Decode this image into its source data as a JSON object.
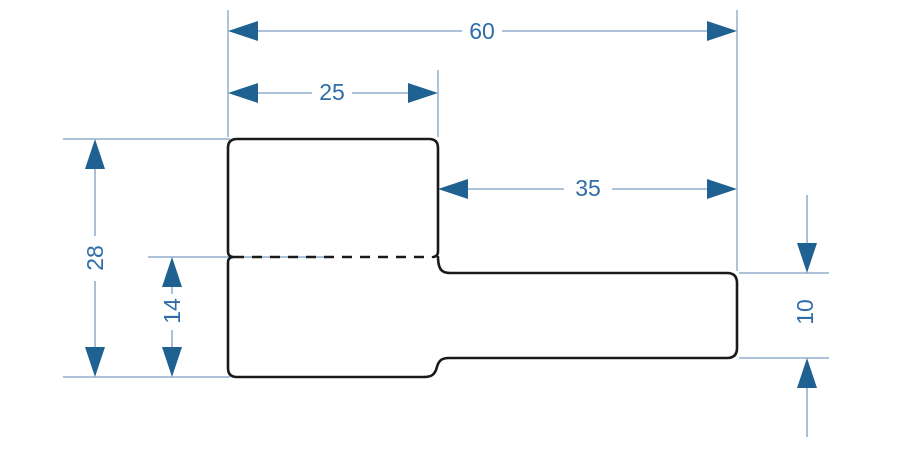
{
  "drawing": {
    "title": "Dimensioned outline drawing of stepped label part",
    "colors": {
      "background": "#ffffff",
      "outline": "#1a1a1a",
      "dimension_line": "#9fb9d4",
      "arrowhead": "#1f6191",
      "dimension_text": "#2e6da8"
    },
    "shape": {
      "description": "Rounded rectangular flap over lower body separated by dashed fold line, with narrow rounded tail extending to the right"
    },
    "dimensions": {
      "total_width": {
        "label": "60",
        "value": 60,
        "orientation": "horizontal"
      },
      "head_width": {
        "label": "25",
        "value": 25,
        "orientation": "horizontal"
      },
      "tail_length": {
        "label": "35",
        "value": 35,
        "orientation": "horizontal"
      },
      "total_height": {
        "label": "28",
        "value": 28,
        "orientation": "vertical"
      },
      "lower_height": {
        "label": "14",
        "value": 14,
        "orientation": "vertical"
      },
      "tail_height": {
        "label": "10",
        "value": 10,
        "orientation": "vertical"
      }
    }
  }
}
